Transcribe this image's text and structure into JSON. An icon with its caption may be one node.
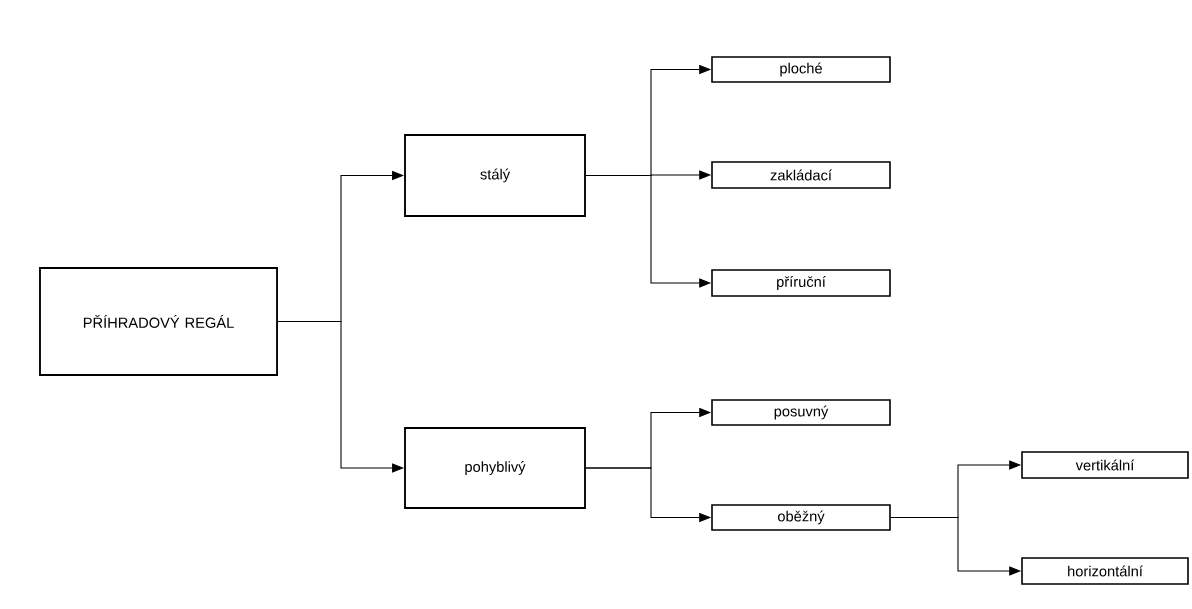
{
  "diagram": {
    "nodes": [
      {
        "text": [
          "PŘÍHRADOVÝ REGÁL"
        ]
      },
      {
        "text": [
          "stálý"
        ]
      },
      {
        "text": [
          "pohyblivý"
        ]
      },
      {
        "text": [
          "ploché"
        ]
      },
      {
        "text": [
          "zakládací"
        ]
      },
      {
        "text": [
          "příruční"
        ]
      },
      {
        "text": [
          "posuvný"
        ]
      },
      {
        "text": [
          "oběžný"
        ]
      },
      {
        "text": [
          "vertikální"
        ]
      },
      {
        "text": [
          "horizontální"
        ]
      }
    ],
    "edges": [
      {
        "from": 0,
        "to": 1,
        "arrow": "to"
      },
      {
        "from": 0,
        "to": 2,
        "arrow": "to"
      },
      {
        "from": 1,
        "to": 3,
        "arrow": "to"
      },
      {
        "from": 1,
        "to": 4,
        "arrow": "to"
      },
      {
        "from": 1,
        "to": 5,
        "arrow": "to"
      },
      {
        "from": 2,
        "to": 6,
        "arrow": "to"
      },
      {
        "from": 2,
        "to": 7,
        "arrow": "to"
      },
      {
        "from": 7,
        "to": 8,
        "arrow": "to"
      },
      {
        "from": 7,
        "to": 9,
        "arrow": "to"
      }
    ]
  }
}
